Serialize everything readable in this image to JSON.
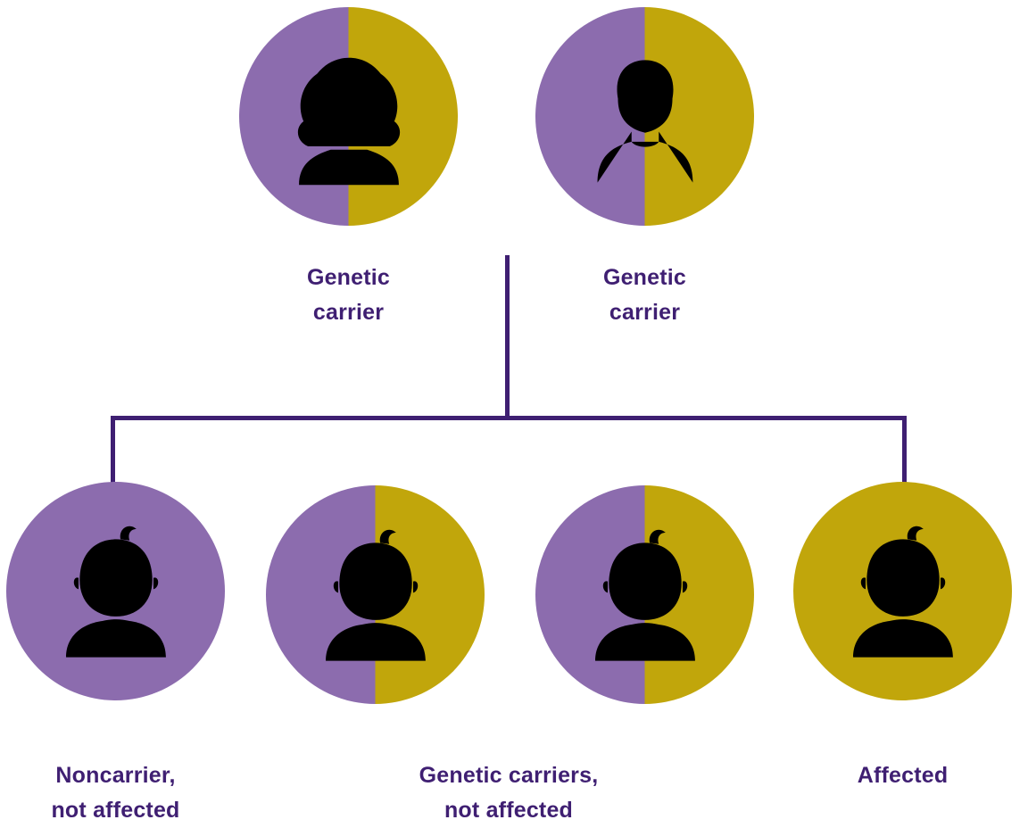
{
  "colors": {
    "purple": "#8c6cae",
    "gold": "#c1a60b",
    "text": "#3f1f72",
    "line": "#3f1f72",
    "icon": "#ffffff",
    "background": "#ffffff"
  },
  "diagram": {
    "type": "genetic-inheritance-pedigree",
    "parents": [
      {
        "id": "mother",
        "icon": "woman-icon",
        "fill": "half",
        "label": "Genetic\ncarrier"
      },
      {
        "id": "father",
        "icon": "man-icon",
        "fill": "half",
        "label": "Genetic\ncarrier"
      }
    ],
    "children": [
      {
        "id": "child-1",
        "icon": "baby-icon",
        "fill": "purple",
        "label": "Noncarrier,\nnot affected"
      },
      {
        "id": "child-2",
        "icon": "baby-icon",
        "fill": "half"
      },
      {
        "id": "child-3",
        "icon": "baby-icon",
        "fill": "half"
      },
      {
        "id": "child-4",
        "icon": "baby-icon",
        "fill": "gold",
        "label": "Affected"
      }
    ],
    "middle_children_label": "Genetic carriers,\nnot affected"
  }
}
